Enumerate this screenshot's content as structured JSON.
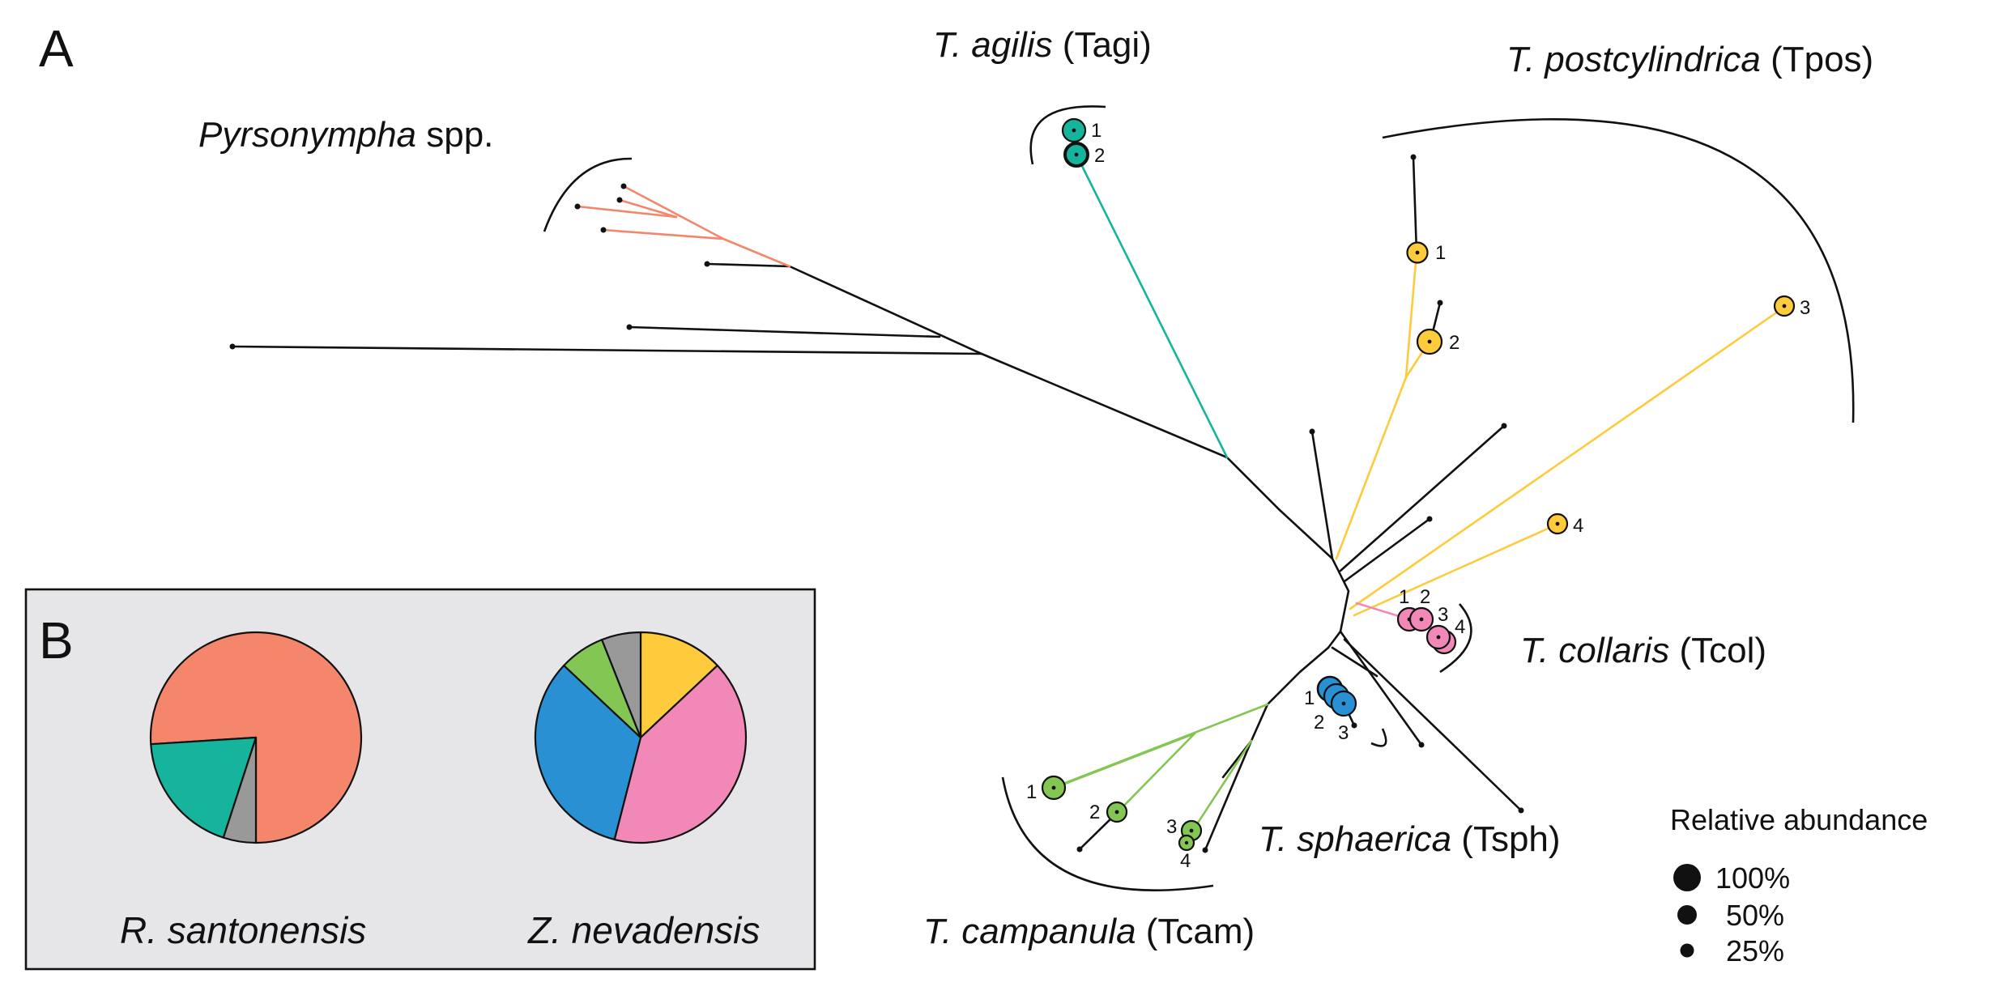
{
  "panels": {
    "a": {
      "letter": "A"
    },
    "b": {
      "letter": "B"
    }
  },
  "clades": {
    "pyrsonympha": {
      "italic": "Pyrsonympha",
      "rest": " spp."
    },
    "tagi": {
      "italic": "T. agilis",
      "rest": " (Tagi)"
    },
    "tpos": {
      "italic": "T. postcylindrica",
      "rest": " (Tpos)"
    },
    "tcol": {
      "italic": "T. collaris",
      "rest": " (Tcol)"
    },
    "tsph": {
      "italic": "T. sphaerica",
      "rest": " (Tsph)"
    },
    "tcam": {
      "italic": "T. campanula",
      "rest": " (Tcam)"
    }
  },
  "colors": {
    "pyrsonympha": "#f4876b",
    "tagi": "#16b49c",
    "tpos": "#fecb3c",
    "tcol": "#f188b8",
    "tsph": "#2a90d4",
    "tcam": "#84c653",
    "other": "#999999",
    "branch": "#111111",
    "inset_bg": "#e6e6e9"
  },
  "tips": {
    "tagi": [
      "1",
      "2"
    ],
    "tpos": [
      "1",
      "2",
      "3",
      "4"
    ],
    "tcol": [
      "1",
      "2",
      "3",
      "4"
    ],
    "tsph": [
      "1",
      "2",
      "3"
    ],
    "tcam": [
      "1",
      "2",
      "3",
      "4"
    ]
  },
  "legend": {
    "title": "Relative abundance",
    "items": [
      {
        "label": "100%",
        "value": 1.0
      },
      {
        "label": "50%",
        "value": 0.5
      },
      {
        "label": "25%",
        "value": 0.25
      }
    ]
  },
  "chart_data": [
    {
      "type": "pie",
      "title": "R. santonensis",
      "slices": [
        {
          "group": "Pyrsonympha",
          "color": "#f4876b",
          "value": 0.76
        },
        {
          "group": "Tagi",
          "color": "#16b49c",
          "value": 0.19
        },
        {
          "group": "other",
          "color": "#999999",
          "value": 0.05
        }
      ]
    },
    {
      "type": "pie",
      "title": "Z. nevadensis",
      "slices": [
        {
          "group": "Tpos",
          "color": "#fecb3c",
          "value": 0.13
        },
        {
          "group": "Tcol",
          "color": "#f188b8",
          "value": 0.41
        },
        {
          "group": "Tsph",
          "color": "#2a90d4",
          "value": 0.33
        },
        {
          "group": "Tcam",
          "color": "#84c653",
          "value": 0.07
        },
        {
          "group": "other",
          "color": "#999999",
          "value": 0.06
        }
      ]
    }
  ]
}
